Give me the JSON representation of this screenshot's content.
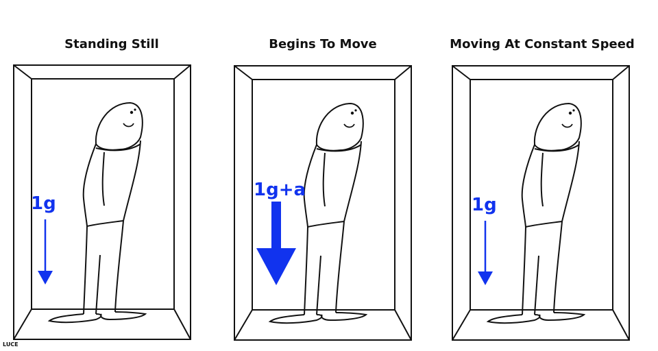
{
  "panels": [
    {
      "title": "Standing Still",
      "force_label": "1g",
      "arrow_size": "small"
    },
    {
      "title": "Begins To Move",
      "force_label": "1g+a",
      "arrow_size": "large"
    },
    {
      "title": "Moving At Constant Speed",
      "force_label": "1g",
      "arrow_size": "small"
    }
  ],
  "credit": "LUCE",
  "colors": {
    "arrow": "#1133ee",
    "line": "#111111",
    "background": "#ffffff"
  }
}
